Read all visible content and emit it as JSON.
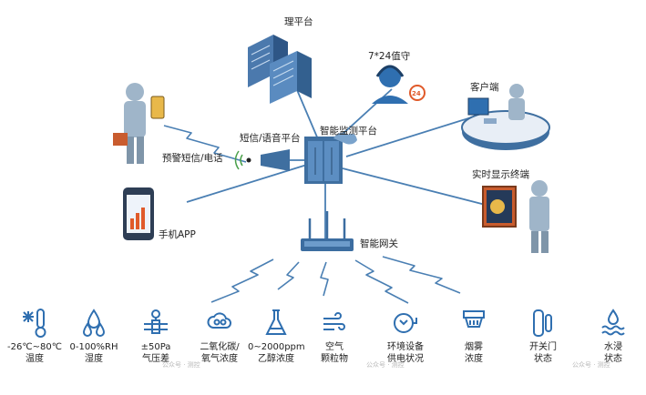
{
  "nodes": {
    "top_platform": "理平台",
    "duty": "7*24值守",
    "duty_badge": "24",
    "client": "客户端",
    "sms_voice_platform": "短信/语音平台",
    "monitor_platform": "智能监测平台",
    "alert": "预警短信/电话",
    "realtime_terminal": "实时显示终端",
    "mobile_app": "手机APP",
    "gateway": "智能网关"
  },
  "sensors": [
    {
      "icon": "thermometer-snowflake-icon",
      "line1": "-26℃~80℃",
      "line2": "温度"
    },
    {
      "icon": "water-drops-icon",
      "line1": "0-100%RH",
      "line2": "湿度"
    },
    {
      "icon": "pressure-valve-icon",
      "line1": "±50Pa",
      "line2": "气压差"
    },
    {
      "icon": "co2-cloud-icon",
      "line1": "二氧化碳/",
      "line2": "氧气浓度"
    },
    {
      "icon": "flask-icon",
      "line1": "0~2000ppm",
      "line2": "乙醇浓度"
    },
    {
      "icon": "wind-icon",
      "line1": "空气",
      "line2": "颗粒物"
    },
    {
      "icon": "power-plug-icon",
      "line1": "环境设备",
      "line2": "供电状况"
    },
    {
      "icon": "smoke-detector-icon",
      "line1": "烟雾",
      "line2": "浓度"
    },
    {
      "icon": "door-switch-icon",
      "line1": "开关门",
      "line2": "状态"
    },
    {
      "icon": "water-level-icon",
      "line1": "水浸",
      "line2": "状态"
    }
  ],
  "watermarks": [
    "公众号 · 测控",
    "公众号 · 测控",
    "公众号 · 测控"
  ],
  "colors": {
    "line": "#4a7fb3",
    "icon": "#2f6fb0",
    "accent": "#e05a2a"
  }
}
